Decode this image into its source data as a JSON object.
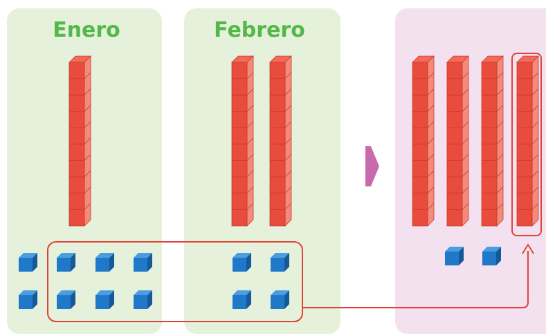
{
  "panels": {
    "enero": {
      "title": "Enero",
      "rods": 1,
      "cubes": 8,
      "bg": "#e6f1dc"
    },
    "febrero": {
      "title": "Febrero",
      "rods": 2,
      "cubes": 4,
      "bg": "#e6f1dc"
    },
    "result": {
      "rods": 3,
      "grouped_rods": 1,
      "cubes": 2,
      "bg": "#f3e1ef"
    }
  },
  "cubes_per_rod": 10,
  "colors": {
    "title": "#52b848",
    "rod": "#e94b3c",
    "cube": "#1f78c8",
    "group_outline": "#e0423a",
    "arrow": "#c96aaf"
  },
  "icons": {
    "transition": "right-arrow-icon",
    "regroup": "regroup-arrow-icon"
  }
}
